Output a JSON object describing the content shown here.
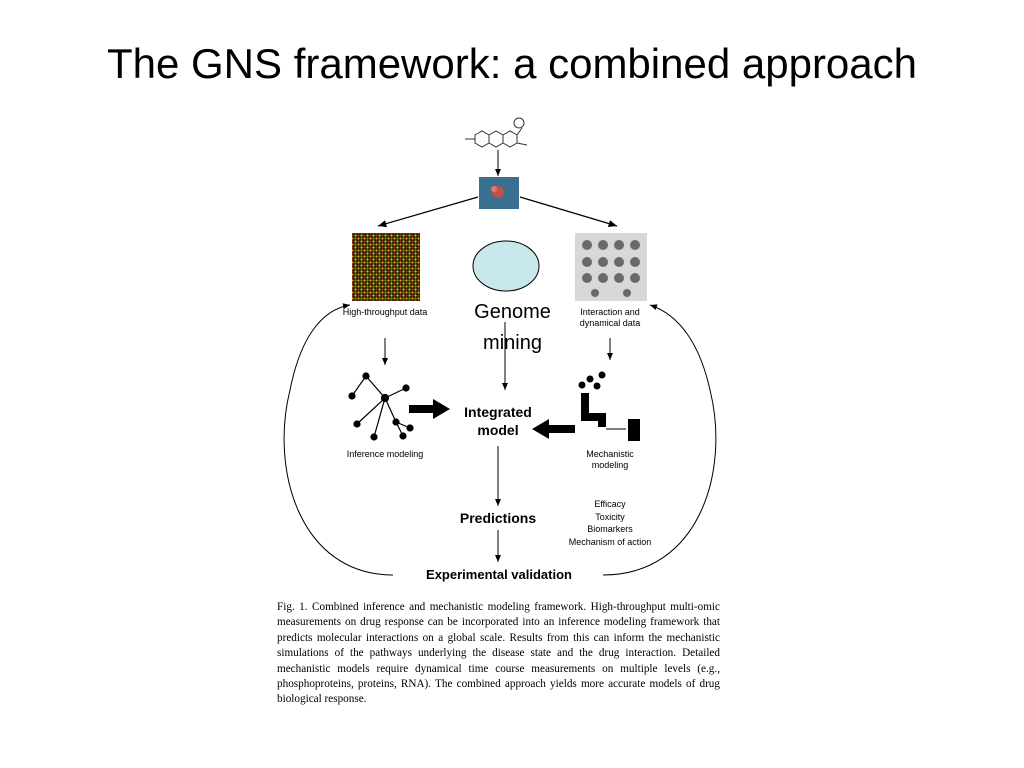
{
  "slide": {
    "title": "The GNS framework: a combined approach"
  },
  "diagram": {
    "high_throughput_label": "High-throughput data",
    "interaction_label": "Interaction and dynamical data",
    "genome_mining_label": "Genome mining",
    "inference_label": "Inference modeling",
    "integrated_label": "Integrated model",
    "mechanistic_label": "Mechanistic modeling",
    "predictions_label": "Predictions",
    "prediction_types": [
      "Efficacy",
      "Toxicity",
      "Biomarkers",
      "Mechanism of action"
    ],
    "validation_label": "Experimental validation"
  },
  "caption": {
    "text": "Fig. 1. Combined inference and mechanistic modeling framework. High-throughput multi-omic measurements on drug response can be incorporated into an inference modeling framework that predicts molecular interactions on a global scale. Results from this can inform the mechanistic simulations of the pathways underlying the disease state and the drug interaction. Detailed mechanistic models require dynamical time course measurements on multiple levels (e.g., phosphoproteins, proteins, RNA). The combined approach yields more accurate models of drug biological response."
  },
  "colors": {
    "genome_ellipse_fill": "#c8e8ec",
    "target_box_fill": "#3a6f8f"
  }
}
